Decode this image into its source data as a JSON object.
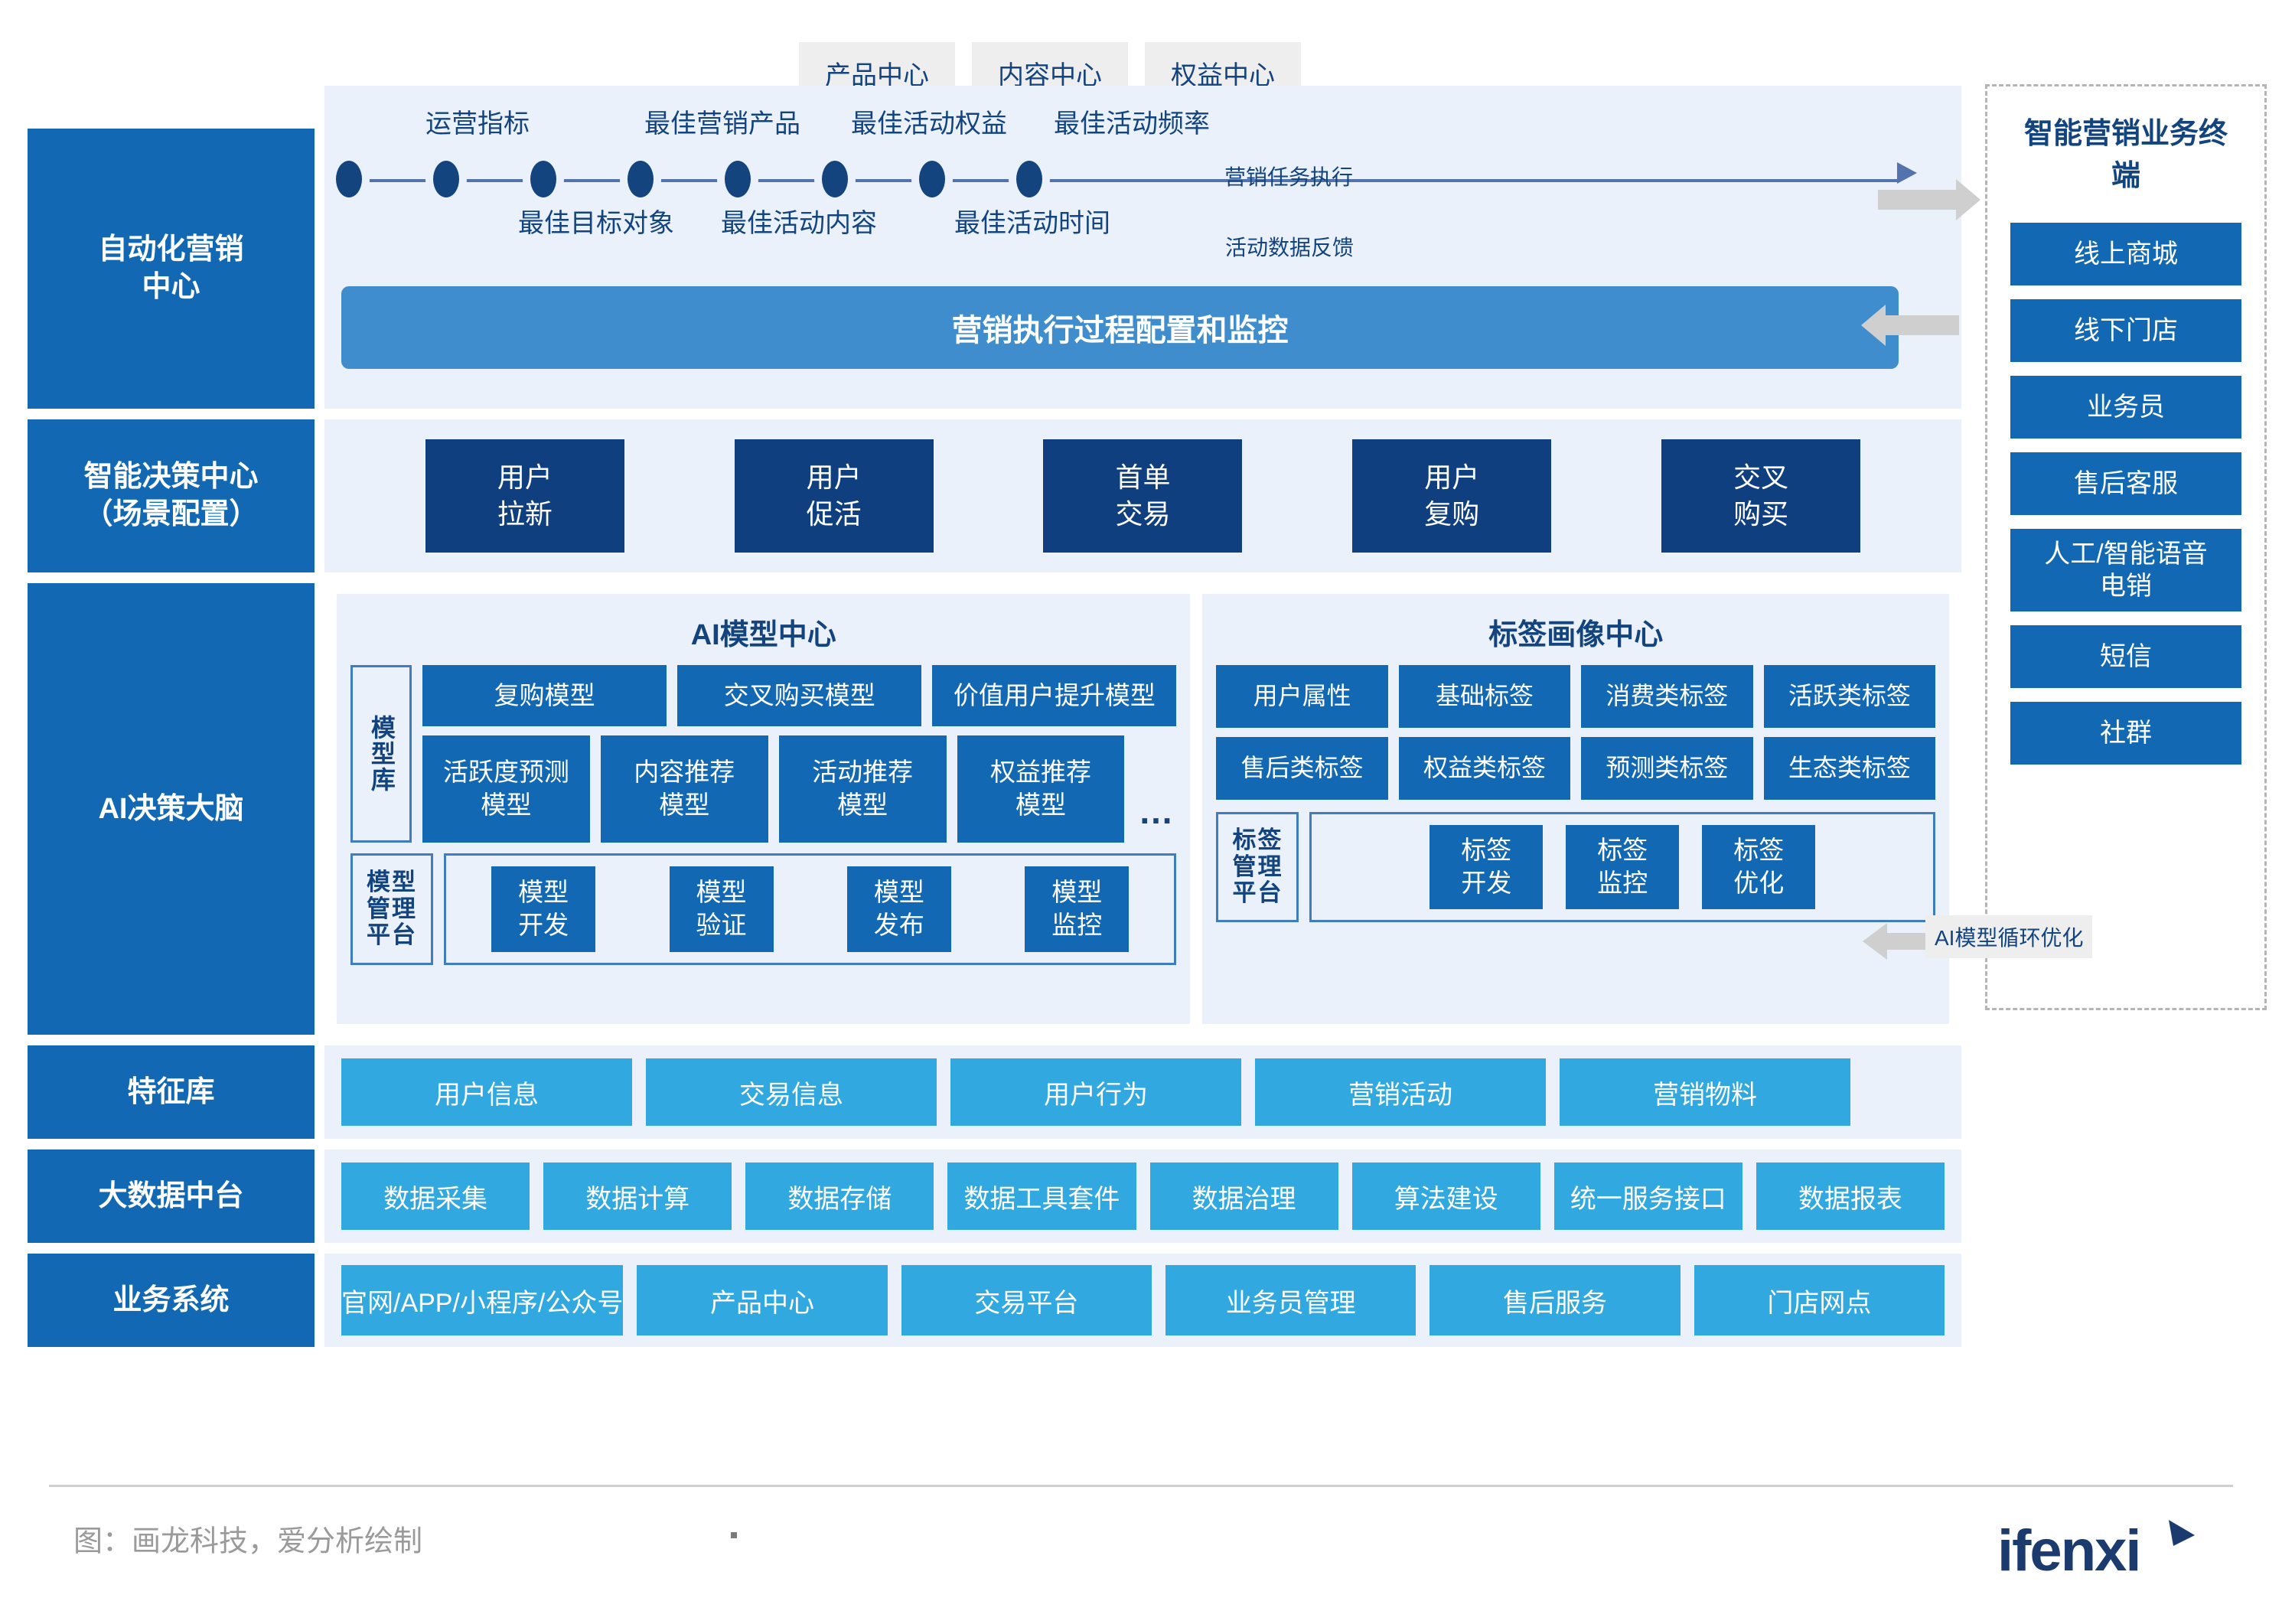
{
  "top_tabs": [
    {
      "label": "产品中心"
    },
    {
      "label": "内容中心"
    },
    {
      "label": "权益中心"
    }
  ],
  "rail": [
    {
      "label": "自动化营销\n中心"
    },
    {
      "label": "智能决策中心\n（场景配置）"
    },
    {
      "label": "AI决策大脑"
    },
    {
      "label": "特征库"
    },
    {
      "label": "大数据中台"
    },
    {
      "label": "业务系统"
    }
  ],
  "automation": {
    "timeline_upper": [
      "运营指标",
      "最佳营销产品",
      "最佳活动权益",
      "最佳活动频率"
    ],
    "timeline_lower": [
      "最佳目标对象",
      "最佳活动内容",
      "最佳活动时间"
    ],
    "exec_bar": "营销执行过程配置和监控",
    "flow_out": "营销任务执行",
    "flow_back": "活动数据反馈"
  },
  "decision_scenarios": [
    {
      "label": "用户\n拉新"
    },
    {
      "label": "用户\n促活"
    },
    {
      "label": "首单\n交易"
    },
    {
      "label": "用户\n复购"
    },
    {
      "label": "交叉\n购买"
    }
  ],
  "ai_brain": {
    "model_center": {
      "title": "AI模型中心",
      "library_label": "模型库",
      "models_row1": [
        "复购模型",
        "交叉购买模型",
        "价值用户提升模型"
      ],
      "models_row2": [
        "活跃度预测\n模型",
        "内容推荐\n模型",
        "活动推荐\n模型",
        "权益推荐\n模型"
      ],
      "ellipsis": "…",
      "platform_label": "模型\n管理\n平台",
      "platform_items": [
        "模型\n开发",
        "模型\n验证",
        "模型\n发布",
        "模型\n监控"
      ]
    },
    "tag_center": {
      "title": "标签画像中心",
      "tags_row1": [
        "用户属性",
        "基础标签",
        "消费类标签",
        "活跃类标签"
      ],
      "tags_row2": [
        "售后类标签",
        "权益类标签",
        "预测类标签",
        "生态类标签"
      ],
      "platform_label": "标签\n管理\n平台",
      "platform_items": [
        "标签\n开发",
        "标签\n监控",
        "标签\n优化"
      ],
      "loop_note": "AI模型循环优化"
    }
  },
  "feature_store": [
    "用户信息",
    "交易信息",
    "用户行为",
    "营销活动",
    "营销物料"
  ],
  "big_data": [
    "数据采集",
    "数据计算",
    "数据存储",
    "数据工具套件",
    "数据治理",
    "算法建设",
    "统一服务接口",
    "数据报表"
  ],
  "business_systems": [
    "官网/APP/小程序/公众号",
    "产品中心",
    "交易平台",
    "业务员管理",
    "售后服务",
    "门店网点"
  ],
  "terminal": {
    "title": "智能营销业务终端",
    "items": [
      "线上商城",
      "线下门店",
      "业务员",
      "售后客服",
      "人工/智能语音\n电销",
      "短信",
      "社群"
    ]
  },
  "footer": {
    "credit": "图：画龙科技，爱分析绘制",
    "logo_text": "ifenxi"
  },
  "colors": {
    "rail_blue": "#1268b3",
    "dark_blue": "#0f3f7f",
    "light_blue": "#31a8e0",
    "band_bg": "#eaf1fa",
    "exec_bar": "#3f8dcc",
    "text_navy": "#13447e",
    "arrow_gray": "#cfcfcf"
  }
}
